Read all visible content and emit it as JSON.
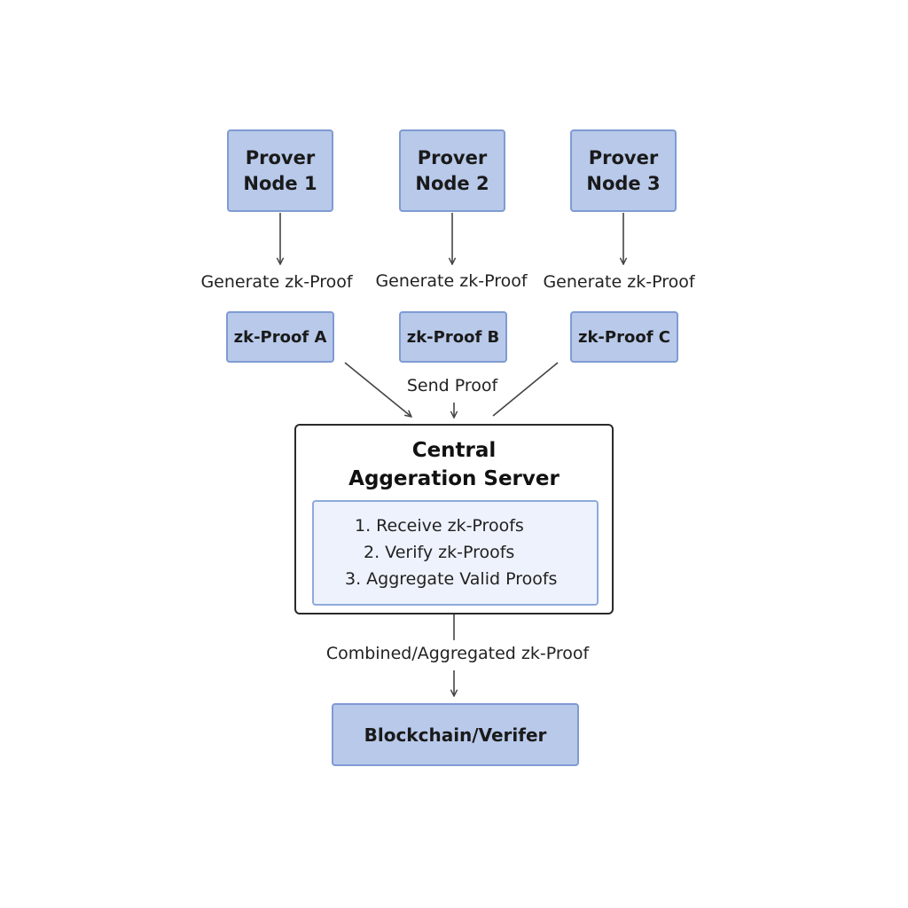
{
  "provers": [
    {
      "line1": "Prover",
      "line2": "Node 1"
    },
    {
      "line1": "Prover",
      "line2": "Node 2"
    },
    {
      "line1": "Prover",
      "line2": "Node 3"
    }
  ],
  "generate_labels": [
    "Generate zk-Proof",
    "Generate zk-Proof",
    "Generate zk-Proof"
  ],
  "proofs": [
    "zk-Proof A",
    "zk-Proof B",
    "zk-Proof C"
  ],
  "send_label": "Send Proof",
  "server": {
    "title_line1": "Central",
    "title_line2": "Aggeration Server",
    "steps": [
      "1. Receive zk-Proofs",
      "2. Verify zk-Proofs",
      "3. Aggregate Valid Proofs"
    ]
  },
  "combined_label": "Combined/Aggregated zk-Proof",
  "final_node": "Blockchain/Verifer",
  "colors": {
    "node_fill": "#b8c9ea",
    "node_border": "#7f9bd2",
    "steps_fill": "#eef2fc",
    "arrow": "#444444"
  }
}
